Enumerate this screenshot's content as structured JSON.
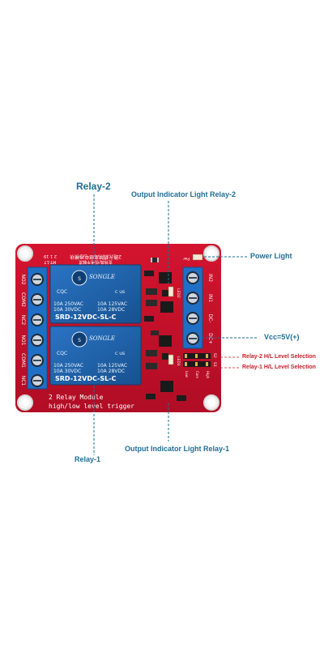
{
  "labels": {
    "relay2": "Relay-2",
    "relay1": "Relay-1",
    "out_ind_relay2": "Output Indicator Light Relay-2",
    "out_ind_relay1": "Output Indicator Light Relay-1",
    "power_light": "Power Light",
    "vcc": "Vcc=5V(+)",
    "relay2_level": "Relay-2 H/L Level Selection",
    "relay1_level": "Relay-1 H/L Level Selection"
  },
  "board": {
    "left_terminals": [
      "NO2",
      "COM2",
      "NC2",
      "NO1",
      "COM1",
      "NC1"
    ],
    "right_terminals": [
      "IN2",
      "IN1",
      "DC-",
      "DC+"
    ],
    "relay_brand": "SONGLE",
    "relay_model": "SRD-12VDC-SL-C",
    "relay_rating_left": [
      "10A 250VAC",
      "10A  30VDC"
    ],
    "relay_rating_right": [
      "10A 125VAC",
      "10A  28VDC"
    ],
    "module_line1": "2 Relay  Module",
    "module_line2": "high/low level trigger",
    "chinese_line1": "2路光耦隔离继电器模块",
    "chinese_line2": "支持高/低电平触发",
    "board_code": "MT-17",
    "board_date": "2 1 19",
    "jumper_labels": [
      "Low",
      "Com",
      "High"
    ],
    "jumper_pins": [
      "S2",
      "S1"
    ],
    "led_labels": [
      "LED2",
      "LED1"
    ],
    "power_led_label": "Pwr",
    "cqc_badge": "CQC",
    "ul_badge": "c  us"
  },
  "colors": {
    "board_red": "#c8102e",
    "board_dark": "#9c0c22",
    "relay_blue": "#1e5fa8",
    "terminal_blue": "#1f6fc5",
    "label_blue": "#1f6e96",
    "label_red": "#c8202a"
  }
}
